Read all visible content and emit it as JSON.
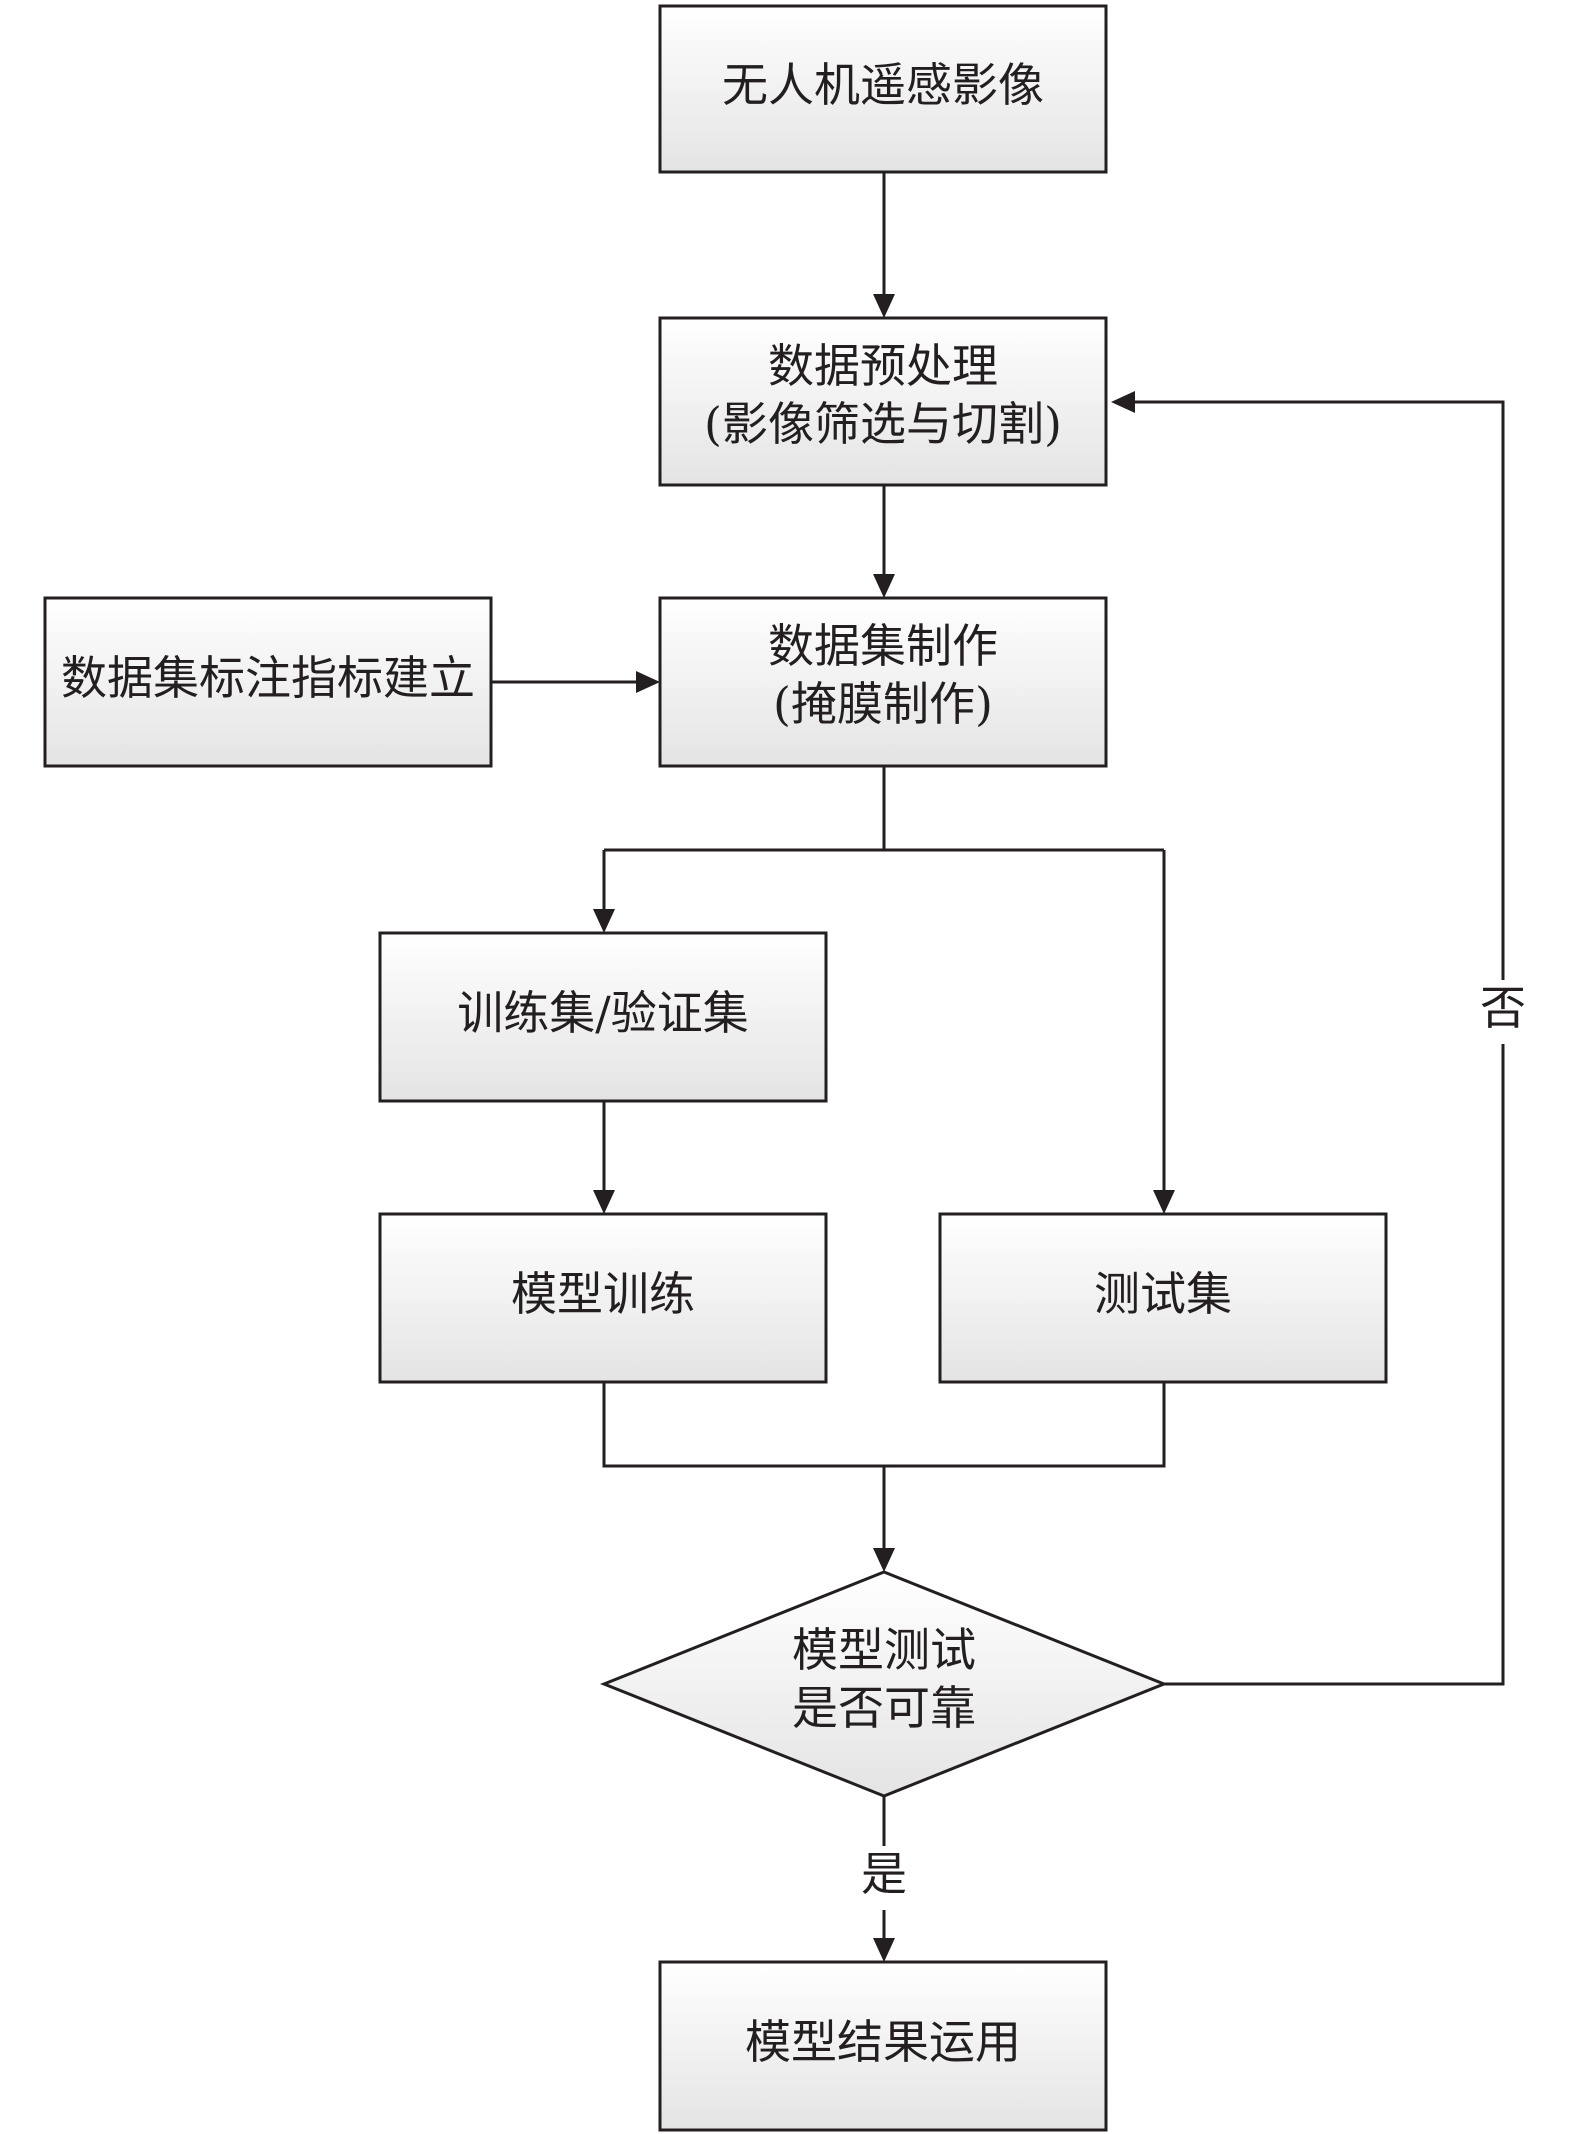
{
  "nodes": {
    "uav_imagery": {
      "lines": [
        "无人机遥感影像"
      ]
    },
    "preprocessing": {
      "lines": [
        "数据预处理",
        "(影像筛选与切割)"
      ]
    },
    "annotation_index": {
      "lines": [
        "数据集标注指标建立"
      ]
    },
    "dataset_creation": {
      "lines": [
        "数据集制作",
        "(掩膜制作)"
      ]
    },
    "train_val_set": {
      "lines": [
        "训练集/验证集"
      ]
    },
    "model_training": {
      "lines": [
        "模型训练"
      ]
    },
    "test_set": {
      "lines": [
        "测试集"
      ]
    },
    "decision": {
      "lines": [
        "模型测试",
        "是否可靠"
      ]
    },
    "model_application": {
      "lines": [
        "模型结果运用"
      ]
    }
  },
  "edges": {
    "no_label": "否",
    "yes_label": "是"
  },
  "colors": {
    "stroke": "#231f20",
    "fill_top": "#ffffff",
    "fill_bottom": "#e6e6e6"
  }
}
